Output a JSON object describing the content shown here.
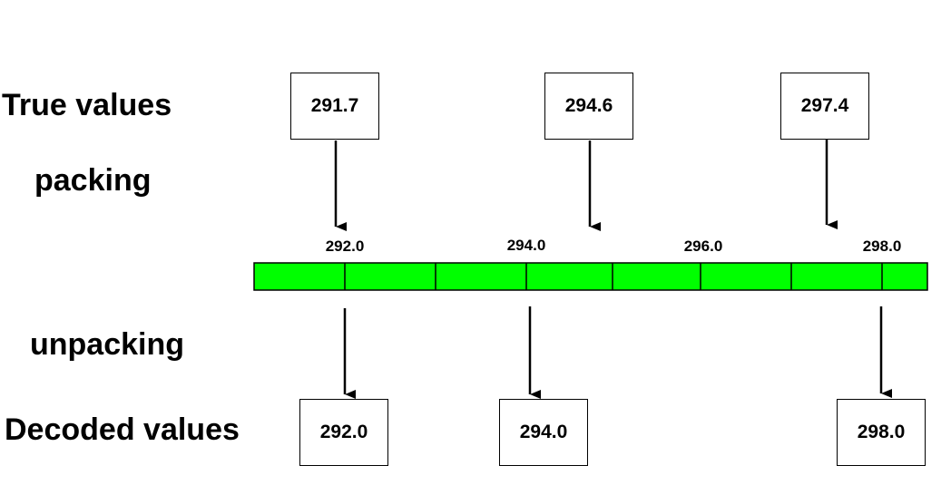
{
  "labels": {
    "true_values": "True values",
    "packing": "packing",
    "unpacking": "unpacking",
    "decoded_values": "Decoded values"
  },
  "true_values": [
    "291.7",
    "294.6",
    "297.4"
  ],
  "scale_ticks": [
    "292.0",
    "294.0",
    "296.0",
    "298.0"
  ],
  "decoded_values": [
    "292.0",
    "294.0",
    "298.0"
  ],
  "colors": {
    "bar_fill": "#00ff00",
    "stroke": "#000000"
  }
}
